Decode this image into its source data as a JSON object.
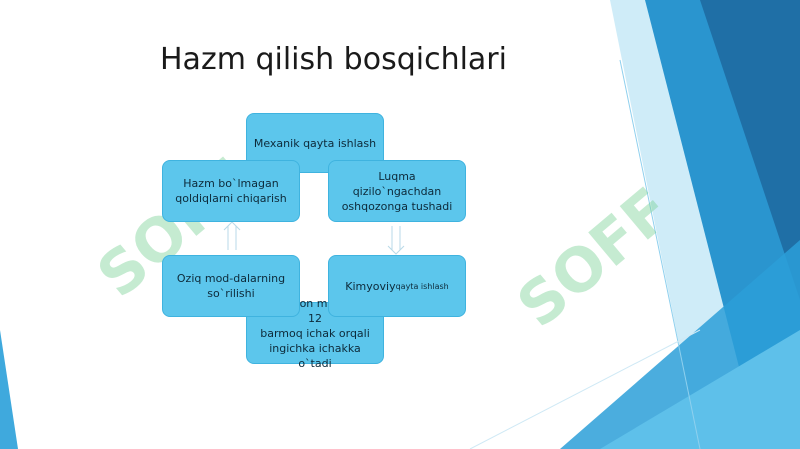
{
  "slide": {
    "title": "Hazm qilish bosqichlari"
  },
  "cycle": {
    "step_1": "Mexanik qayta ishlash",
    "step_2": "Luqma qizilo`ngachdan\noshqozonga tushadi",
    "step_3_main": "Kimyoviy ",
    "step_3_small": "qayta ishlash",
    "step_4": "Oshqozon massasini 12\nbarmoq ichak orqali\ningichka ichakka o`tadi",
    "step_5": "Oziq mod-dalarning\nso`rilishi",
    "step_6": "Hazm bo`lmagan\nqoldiqlarni chiqarish"
  },
  "watermark": {
    "text": "SOFF"
  },
  "colors": {
    "box_fill": "#5cc6ec",
    "deco_dark": "#1f6fa6",
    "deco_mid": "#2a95cf",
    "deco_light": "#8fd0ee",
    "watermark": "#7fd39a"
  }
}
